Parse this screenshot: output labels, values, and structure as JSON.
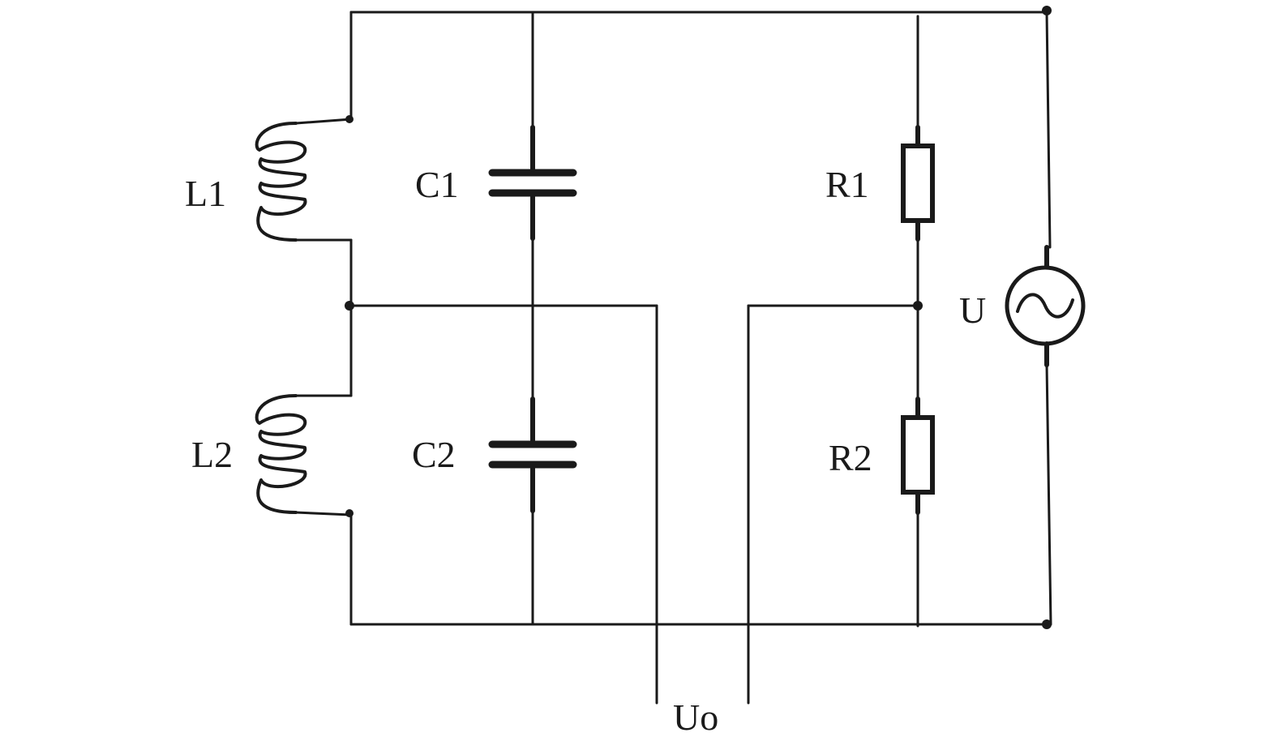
{
  "labels": {
    "L1": "L1",
    "L2": "L2",
    "C1": "C1",
    "C2": "C2",
    "R1": "R1",
    "R2": "R2",
    "U": "U",
    "Uo": "Uo"
  },
  "colors": {
    "stroke": "#1a1a1a",
    "background": "#ffffff"
  }
}
